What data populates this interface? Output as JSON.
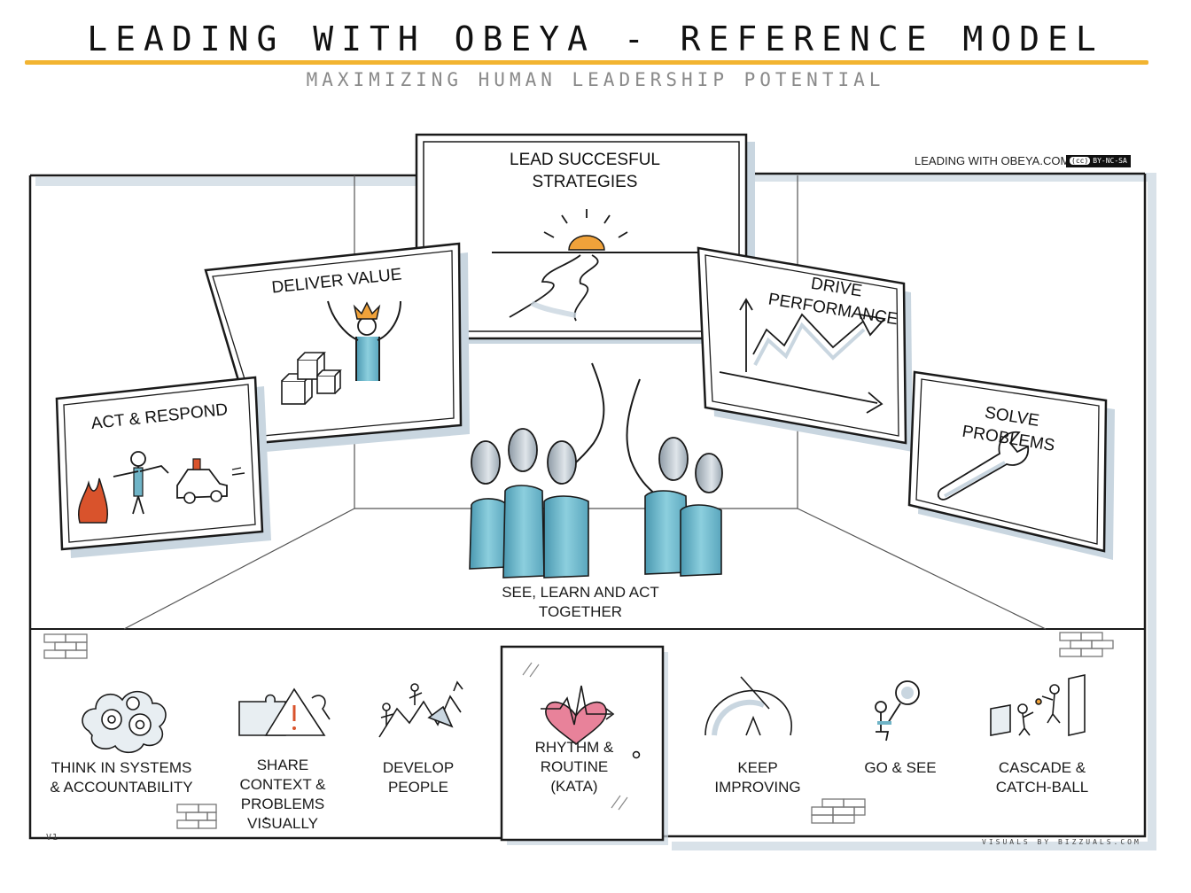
{
  "header": {
    "title": "LEADING WITH OBEYA - REFERENCE MODEL",
    "subtitle": "MAXIMIZING HUMAN LEADERSHIP POTENTIAL"
  },
  "credits": {
    "site": "LEADING WITH OBEYA.COM",
    "license": "BY-NC-SA",
    "license_badge": "(cc)",
    "version": "V1",
    "visuals": "VISUALS BY BIZZUALS.COM"
  },
  "panels": {
    "lead": "LEAD SUCCESFUL STRATEGIES",
    "deliver": "DELIVER VALUE",
    "drive": "DRIVE PERFORMANCE",
    "act": "ACT & RESPOND",
    "solve": "SOLVE PROBLEMS"
  },
  "center": {
    "label": "SEE, LEARN AND ACT TOGETHER"
  },
  "practices": [
    {
      "label": "THINK IN SYSTEMS & ACCOUNTABILITY",
      "icon": "gears-cloud-icon"
    },
    {
      "label": "SHARE CONTEXT & PROBLEMS VISUALLY",
      "icon": "puzzle-warning-icon"
    },
    {
      "label": "DEVELOP PEOPLE",
      "icon": "climbing-people-icon"
    },
    {
      "label": "RHYTHM & ROUTINE (KATA)",
      "icon": "heartbeat-icon"
    },
    {
      "label": "KEEP IMPROVING",
      "icon": "improvement-cycle-icon"
    },
    {
      "label": "GO & SEE",
      "icon": "magnifier-person-icon"
    },
    {
      "label": "CASCADE & CATCH-BALL",
      "icon": "catch-ball-icon"
    }
  ],
  "colors": {
    "accent_yellow": "#f2b431",
    "teal": "#6fb4c7",
    "shadow_blue": "#c9d6e0",
    "flame_red": "#d9532c",
    "sun_orange": "#f0a23a",
    "heart_pink": "#e8829a"
  }
}
